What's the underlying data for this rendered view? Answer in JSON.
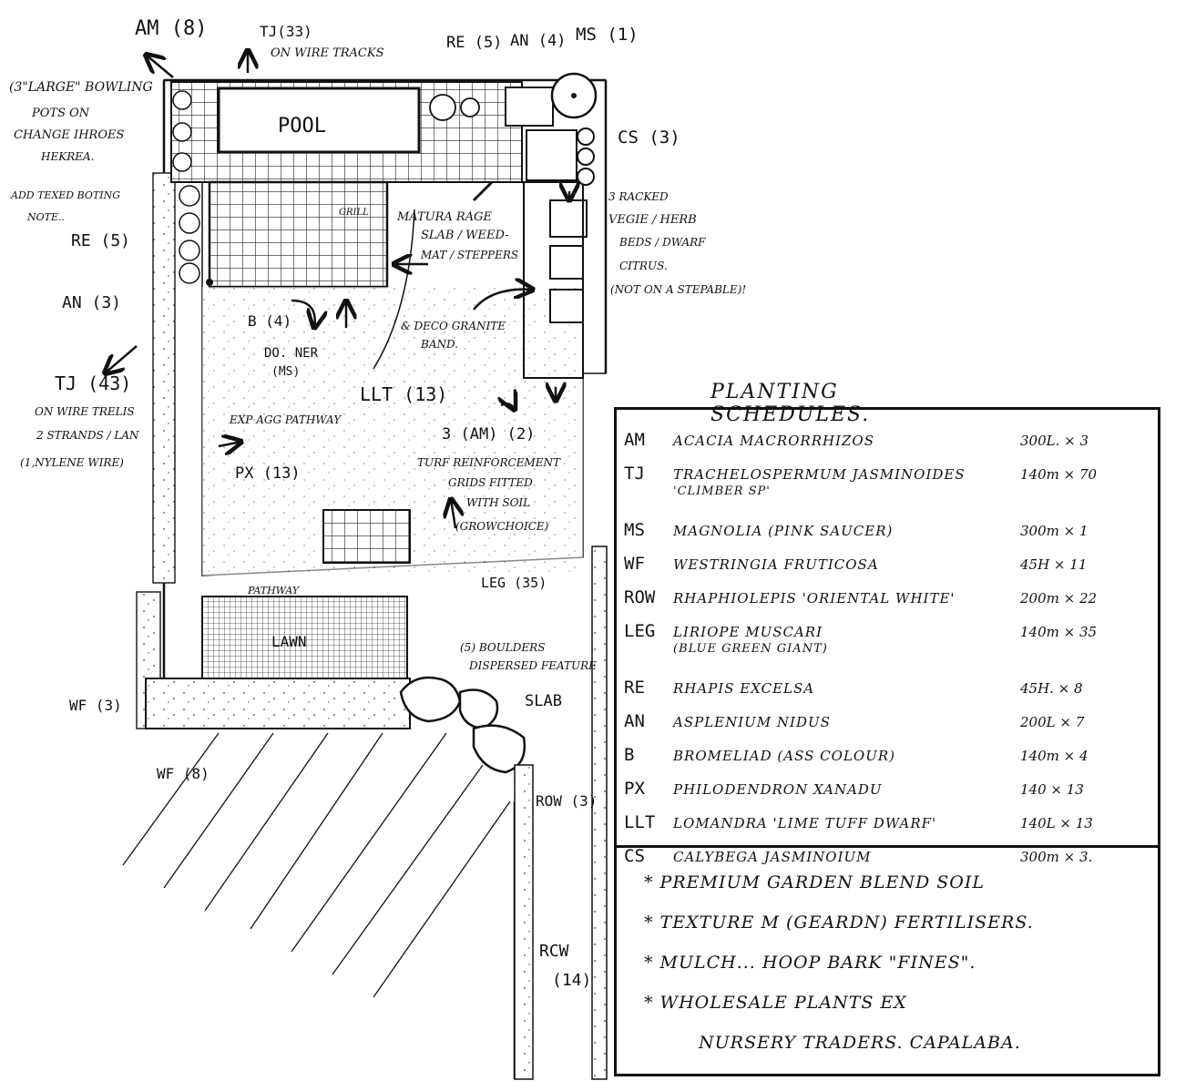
{
  "plan": {
    "labels": {
      "am8": "AM (8)",
      "tj33": "TJ(33)",
      "tj33_note": "ON WIRE TRACKS",
      "re5_top": "RE (5)",
      "an4": "AN (4)",
      "ms1": "MS (1)",
      "cs3": "CS (3)",
      "pots_note_1": "(3\"LARGE\" BOWLING",
      "pots_note_2": "POTS ON",
      "pots_note_3": "CHANGE IHROES",
      "pots_note_4": "HEKREA.",
      "pots_note_5": "ADD TEXED BOTING",
      "pots_note_6": "NOTE..",
      "re5_left": "RE (5)",
      "an3": "AN (3)",
      "tj43": "TJ (43)",
      "tj43_note_1": "ON WIRE TRELIS",
      "tj43_note_2": "2 STRANDS / LAN",
      "tj43_note_3": "(1,NYLENE WIRE)",
      "pool": "POOL",
      "grill": "GRILL",
      "slab_note_1": "MATURA RAGE",
      "slab_note_2": "SLAB / WEED-",
      "slab_note_3": "MAT / STEPPERS",
      "veg_note_1": "3 RACKED",
      "veg_note_2": "VEGIE / HERB",
      "veg_note_3": "BEDS / DWARF",
      "veg_note_4": "CITRUS.",
      "veg_note_5": "(NOT ON A STEPABLE)!",
      "b4": "B (4)",
      "do_ner": "DO. NER",
      "ms_small": "(MS)",
      "deco_1": "& DECO GRANITE",
      "deco_2": "BAND.",
      "llt13": "LLT (13)",
      "exp_path": "EXP AGG PATHWAY",
      "px13": "PX (13)",
      "am2": "3 (AM) (2)",
      "turf_1": "TURF REINFORCEMENT",
      "turf_2": "GRIDS FITTED",
      "turf_3": "WITH SOIL",
      "turf_4": "(GROWCHOICE)",
      "pathway": "PATHWAY",
      "lawn": "LAWN",
      "leg35": "LEG (35)",
      "boulders_1": "(5) BOULDERS",
      "boulders_2": "DISPERSED FEATURE",
      "slab": "SLAB",
      "wf3": "WF (3)",
      "wf8": "WF (8)",
      "row3": "ROW (3)",
      "rcw14_1": "RCW",
      "rcw14_2": "(14)"
    }
  },
  "schedule": {
    "title": "PLANTING SCHEDULES.",
    "rows": [
      {
        "code": "AM",
        "name": "ACACIA MACRORRHIZOS",
        "sub": "",
        "qty": "300L. × 3"
      },
      {
        "code": "TJ",
        "name": "TRACHELOSPERMUM JASMINOIDES",
        "sub": "'CLIMBER SP'",
        "qty": "140m × 70"
      },
      {
        "code": "MS",
        "name": "MAGNOLIA (PINK SAUCER)",
        "sub": "",
        "qty": "300m × 1"
      },
      {
        "code": "WF",
        "name": "WESTRINGIA FRUTICOSA",
        "sub": "",
        "qty": "45H × 11"
      },
      {
        "code": "ROW",
        "name": "RHAPHIOLEPIS 'ORIENTAL WHITE'",
        "sub": "",
        "qty": "200m × 22"
      },
      {
        "code": "LEG",
        "name": "LIRIOPE MUSCARI",
        "sub": "(BLUE GREEN GIANT)",
        "qty": "140m × 35"
      },
      {
        "code": "RE",
        "name": "RHAPIS EXCELSA",
        "sub": "",
        "qty": "45H. × 8"
      },
      {
        "code": "AN",
        "name": "ASPLENIUM NIDUS",
        "sub": "",
        "qty": "200L × 7"
      },
      {
        "code": "B",
        "name": "BROMELIAD (ASS COLOUR)",
        "sub": "",
        "qty": "140m × 4"
      },
      {
        "code": "PX",
        "name": "PHILODENDRON XANADU",
        "sub": "",
        "qty": "140 × 13"
      },
      {
        "code": "LLT",
        "name": "LOMANDRA 'LIME TUFF DWARF'",
        "sub": "",
        "qty": "140L × 13"
      },
      {
        "code": "CS",
        "name": "CALYBEGA JASMINOIUM",
        "sub": "",
        "qty": "300m × 3."
      }
    ],
    "notes": [
      "* PREMIUM GARDEN BLEND SOIL",
      "* TEXTURE M (GEARDN) FERTILISERS.",
      "* MULCH... HOOP BARK \"FINES\".",
      "* WHOLESALE PLANTS EX",
      "NURSERY TRADERS. CAPALABA."
    ]
  }
}
